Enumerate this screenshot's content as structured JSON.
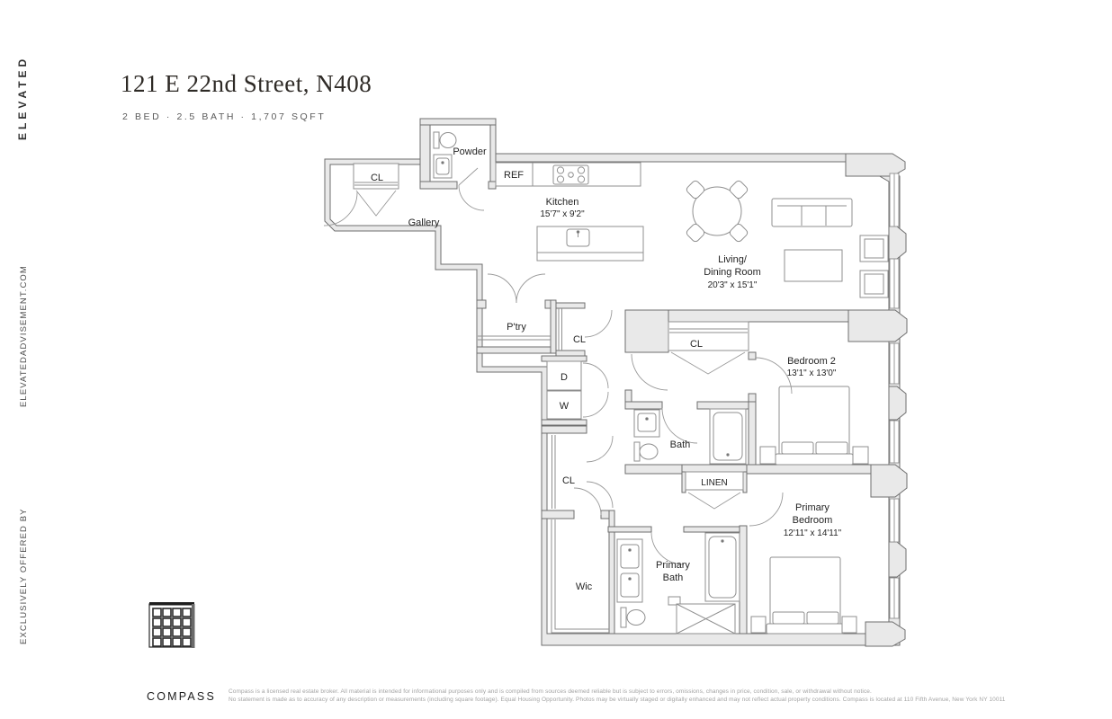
{
  "header": {
    "title": "121 E 22nd Street, N408",
    "subtitle": "2 BED · 2.5 BATH · 1,707 SQFT"
  },
  "sidebar": {
    "brand": "ELEVATED",
    "website": "ELEVATEDADVISEMENT.COM",
    "offered_by": "EXCLUSIVELY OFFERED BY"
  },
  "floorplan": {
    "labels": {
      "powder": "Powder",
      "gallery_cl": "CL",
      "gallery": "Gallery",
      "ref": "REF",
      "kitchen": "Kitchen",
      "kitchen_dims": "15'7\" x 9'2\"",
      "living1": "Living/",
      "living2": "Dining Room",
      "living_dims": "20'3\" x 15'1\"",
      "pantry": "P'try",
      "hall_cl": "CL",
      "dryer": "D",
      "washer": "W",
      "bedroom2_cl": "CL",
      "bedroom2": "Bedroom 2",
      "bedroom2_dims": "13'1\" x 13'0\"",
      "bath": "Bath",
      "linen": "LINEN",
      "primary_cl": "CL",
      "wic": "Wic",
      "primary_bath1": "Primary",
      "primary_bath2": "Bath",
      "primary_bed1": "Primary",
      "primary_bed2": "Bedroom",
      "primary_bed_dims": "12'11\" x 14'11\""
    }
  },
  "footer": {
    "brand": "COMPASS",
    "disclaimer1": "Compass is a licensed real estate broker. All material is intended for informational purposes only and is compiled from sources deemed reliable but is subject to errors, omissions, changes in price, condition, sale, or withdrawal without notice.",
    "disclaimer2": "No statement is made as to accuracy of any description or measurements (including square footage). Equal Housing Opportunity. Photos may be virtually staged or digitally enhanced and may not reflect actual property conditions. Compass is located at 110 Fifth Avenue, New York NY 10011"
  },
  "colors": {
    "wall_fill": "#e9e9e9",
    "wall_line": "#6e6e6e",
    "furniture_line": "#8f8f8f",
    "text": "#242424"
  }
}
